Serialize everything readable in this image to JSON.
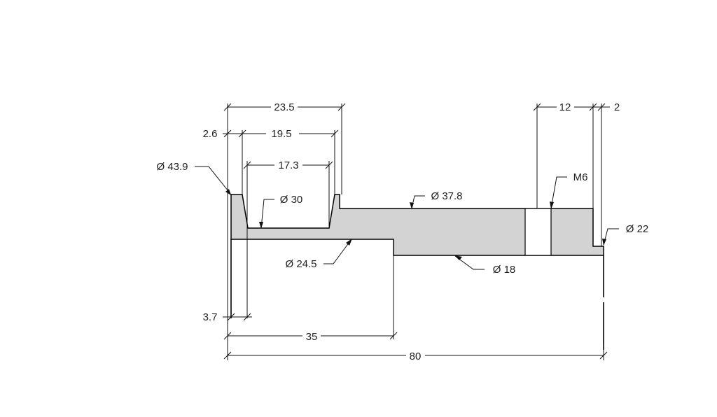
{
  "drawing": {
    "part_name": "",
    "dimensions": {
      "d_43_9": "Ø 43.9",
      "d_30": "Ø 30",
      "d_37_8": "Ø 37.8",
      "m6": "M6",
      "d_22": "Ø 22",
      "d_24_5": "Ø 24.5",
      "d_18": "Ø 18",
      "l_23_5": "23.5",
      "l_2_6": "2.6",
      "l_19_5": "19.5",
      "l_17_3": "17.3",
      "l_12": "12",
      "l_2": "2",
      "l_3_7": "3.7",
      "l_35": "35",
      "l_80": "80"
    }
  }
}
